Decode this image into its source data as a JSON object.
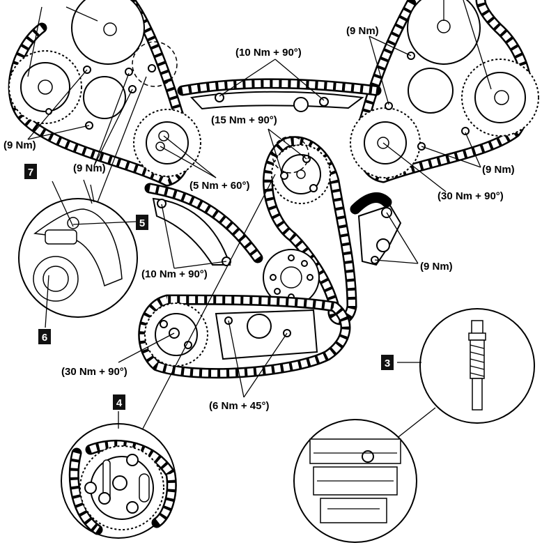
{
  "callouts": {
    "n7": "7",
    "n5": "5",
    "n6": "6",
    "n4": "4",
    "n3": "3"
  },
  "torque": {
    "t_left_top": "(9 Nm)",
    "t_left_mid": "(9 Nm)",
    "t_top_center": "(10 Nm + 90°)",
    "t_center": "(15 Nm + 90°)",
    "t_left_sprocket": "(5 Nm + 60°)",
    "t_right_top": "(9 Nm)",
    "t_right_mid": "(9 Nm)",
    "t_right_sprocket": "(30 Nm + 90°)",
    "t_left_guide": "(10 Nm + 90°)",
    "t_right_guide": "(9 Nm)",
    "t_lower_left": "(30 Nm + 90°)",
    "t_lower_center": "(6 Nm + 45°)"
  },
  "colors": {
    "line": "#000000",
    "background": "#ffffff",
    "label_box": "#111111"
  }
}
